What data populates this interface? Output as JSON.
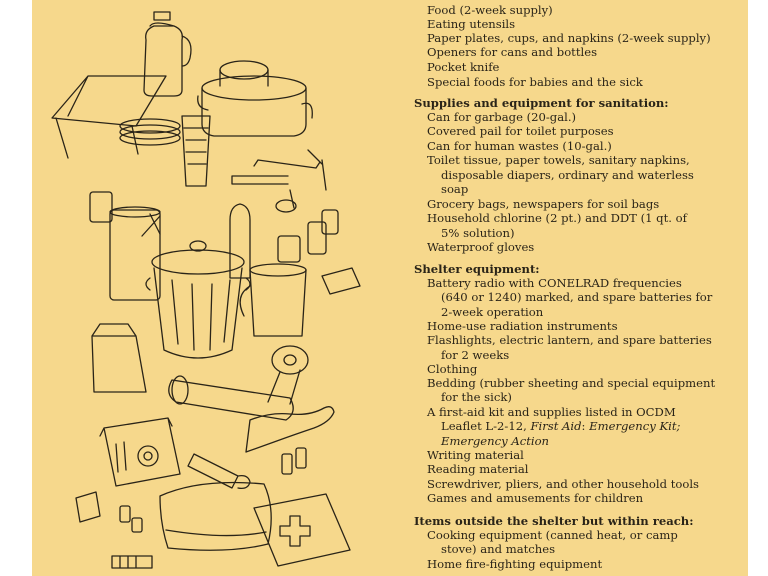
{
  "sections": [
    {
      "heading": "",
      "items": [
        [
          "Food (2-week supply)"
        ],
        [
          "Eating utensils"
        ],
        [
          "Paper plates, cups, and napkins (2-week supply)"
        ],
        [
          "Openers for cans and bottles"
        ],
        [
          "Pocket knife"
        ],
        [
          "Special foods for babies and the sick"
        ]
      ]
    },
    {
      "heading": "Supplies and equipment for sanitation:",
      "items": [
        [
          "Can for garbage (20-gal.)"
        ],
        [
          "Covered pail for toilet purposes"
        ],
        [
          "Can for human wastes (10-gal.)"
        ],
        [
          "Toilet tissue, paper towels, sanitary napkins,",
          "disposable diapers, ordinary and waterless",
          "soap"
        ],
        [
          "Grocery bags, newspapers for soil bags"
        ],
        [
          "Household chlorine (2 pt.) and DDT (1 qt. of",
          "5% solution)"
        ],
        [
          "Waterproof gloves"
        ]
      ]
    },
    {
      "heading": "Shelter equipment:",
      "items": [
        [
          "Battery radio with CONELRAD frequencies",
          "(640 or 1240) marked, and spare batteries for",
          "2-week operation"
        ],
        [
          "Home-use radiation instruments"
        ],
        [
          "Flashlights, electric lantern, and spare batteries",
          "for 2 weeks"
        ],
        [
          "Clothing"
        ],
        [
          "Bedding (rubber sheeting and special equipment",
          "for the sick)"
        ],
        [
          "A first-aid kit and supplies listed in OCDM",
          "Leaflet L-2-12,"
        ],
        [
          "Writing material"
        ],
        [
          "Reading material"
        ],
        [
          "Screwdriver, pliers, and other household tools"
        ],
        [
          "Games and amusements for children"
        ]
      ]
    },
    {
      "heading": "Items outside the shelter but within reach:",
      "items": [
        [
          "Cooking equipment (canned heat, or camp",
          "stove) and matches"
        ],
        [
          "Home fire-fighting equipment"
        ]
      ]
    }
  ],
  "firstaid_italic": {
    "title": "First Aid",
    "sep": ":",
    "rest1": "Emergency Kit;",
    "rest2": "Emergency Action"
  }
}
